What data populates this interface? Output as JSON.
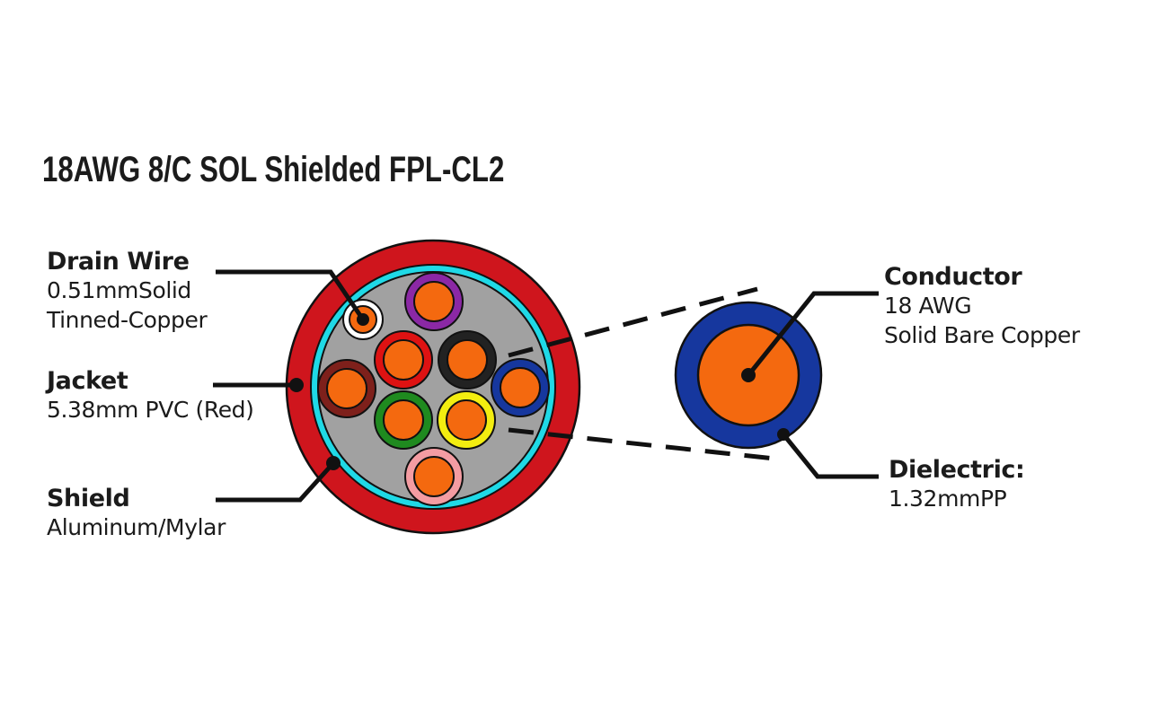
{
  "title": "18AWG 8/C SOL Shielded FPL-CL2",
  "labels": {
    "drain_wire": {
      "heading": "Drain Wire",
      "line1": "0.51mmSolid",
      "line2": "Tinned-Copper"
    },
    "jacket": {
      "heading": "Jacket",
      "line1": "5.38mm PVC (Red)"
    },
    "shield": {
      "heading": "Shield",
      "line1": "Aluminum/Mylar"
    },
    "conductor": {
      "heading": "Conductor",
      "line1": "18 AWG",
      "line2": "Solid Bare Copper"
    },
    "dielectric": {
      "heading": "Dielectric:",
      "line1": "1.32mmPP"
    }
  },
  "colors": {
    "jacket": "#CF151D",
    "shield": "#1FD9E6",
    "filler": "#A1A1A1",
    "copper": "#F4690F",
    "dielectric": "#16379E",
    "outline": "#111111",
    "text": "#1B1B1B",
    "insulation": {
      "purple": "#8B28A5",
      "white": "#FFFFFF",
      "red": "#DE1212",
      "black": "#222222",
      "blue": "#16379E",
      "maroon": "#7E201B",
      "green": "#1F8A1F",
      "yellow": "#F3ED10",
      "pink": "#F49CA2"
    }
  },
  "conductor_color_order": [
    "purple",
    "red",
    "black",
    "blue",
    "maroon",
    "green",
    "yellow",
    "pink"
  ],
  "drain_wire_insulation": "white"
}
